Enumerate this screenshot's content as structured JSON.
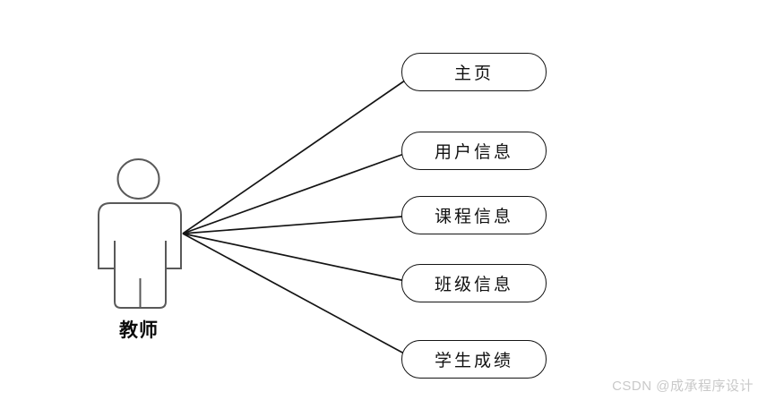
{
  "diagram": {
    "type": "uml-use-case",
    "actor": {
      "label": "教师"
    },
    "usecases": [
      {
        "label": "主页"
      },
      {
        "label": "用户信息"
      },
      {
        "label": "课程信息"
      },
      {
        "label": "班级信息"
      },
      {
        "label": "学生成绩"
      }
    ],
    "connections": [
      {
        "from": "教师",
        "to": "主页"
      },
      {
        "from": "教师",
        "to": "用户信息"
      },
      {
        "from": "教师",
        "to": "课程信息"
      },
      {
        "from": "教师",
        "to": "班级信息"
      },
      {
        "from": "教师",
        "to": "学生成绩"
      }
    ],
    "watermark": "CSDN @成承程序设计",
    "colors": {
      "background": "#ffffff",
      "connector_line": "#141414",
      "usecase_border": "#141414",
      "usecase_fill": "#ffffff",
      "actor_outline": "#595959",
      "text": "#111111",
      "watermark_text": "#c9c9c9"
    }
  }
}
